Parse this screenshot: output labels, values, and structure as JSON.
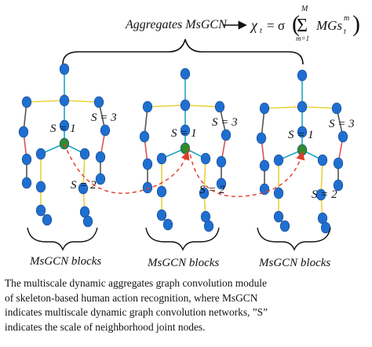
{
  "figure": {
    "top_label": "Aggregates MsGCN",
    "formula": {
      "lhs": "χ",
      "lhs_sub": "t",
      "equals_sigma": "= σ",
      "sum_upper": "M",
      "sum_lower": "m=1",
      "sum_symbol": "Σ",
      "term": "MGs",
      "term_sub": "t",
      "term_sup": "m"
    },
    "skeletons": [
      {
        "block_label": "MsGCN blocks",
        "scale_labels": {
          "s1": "S = 1",
          "s2": "S = 2",
          "s3": "S = 3"
        }
      },
      {
        "block_label": "MsGCN blocks",
        "scale_labels": {
          "s1": "S = 1",
          "s2": "S = 2",
          "s3": "S = 3"
        }
      },
      {
        "block_label": "MsGCN blocks",
        "scale_labels": {
          "s1": "S = 1",
          "s2": "S = 2",
          "s3": "S = 3"
        }
      }
    ],
    "colors": {
      "joint": "#1f6fd1",
      "center_joint": "#2e8b2e",
      "bone_spine": "#1fa3c4",
      "bone_arm": "#e8d23a",
      "bone_edge": "#555555",
      "bone_red": "#d9534f",
      "link_dashed": "#e23b2a"
    }
  },
  "caption": {
    "lines": [
      "The multiscale dynamic aggregates graph convolution module",
      "of skeleton-based human action recognition, where MsGCN",
      "indicates multiscale dynamic graph convolution networks, ”S”",
      "indicates the scale of neighborhood joint nodes."
    ]
  }
}
